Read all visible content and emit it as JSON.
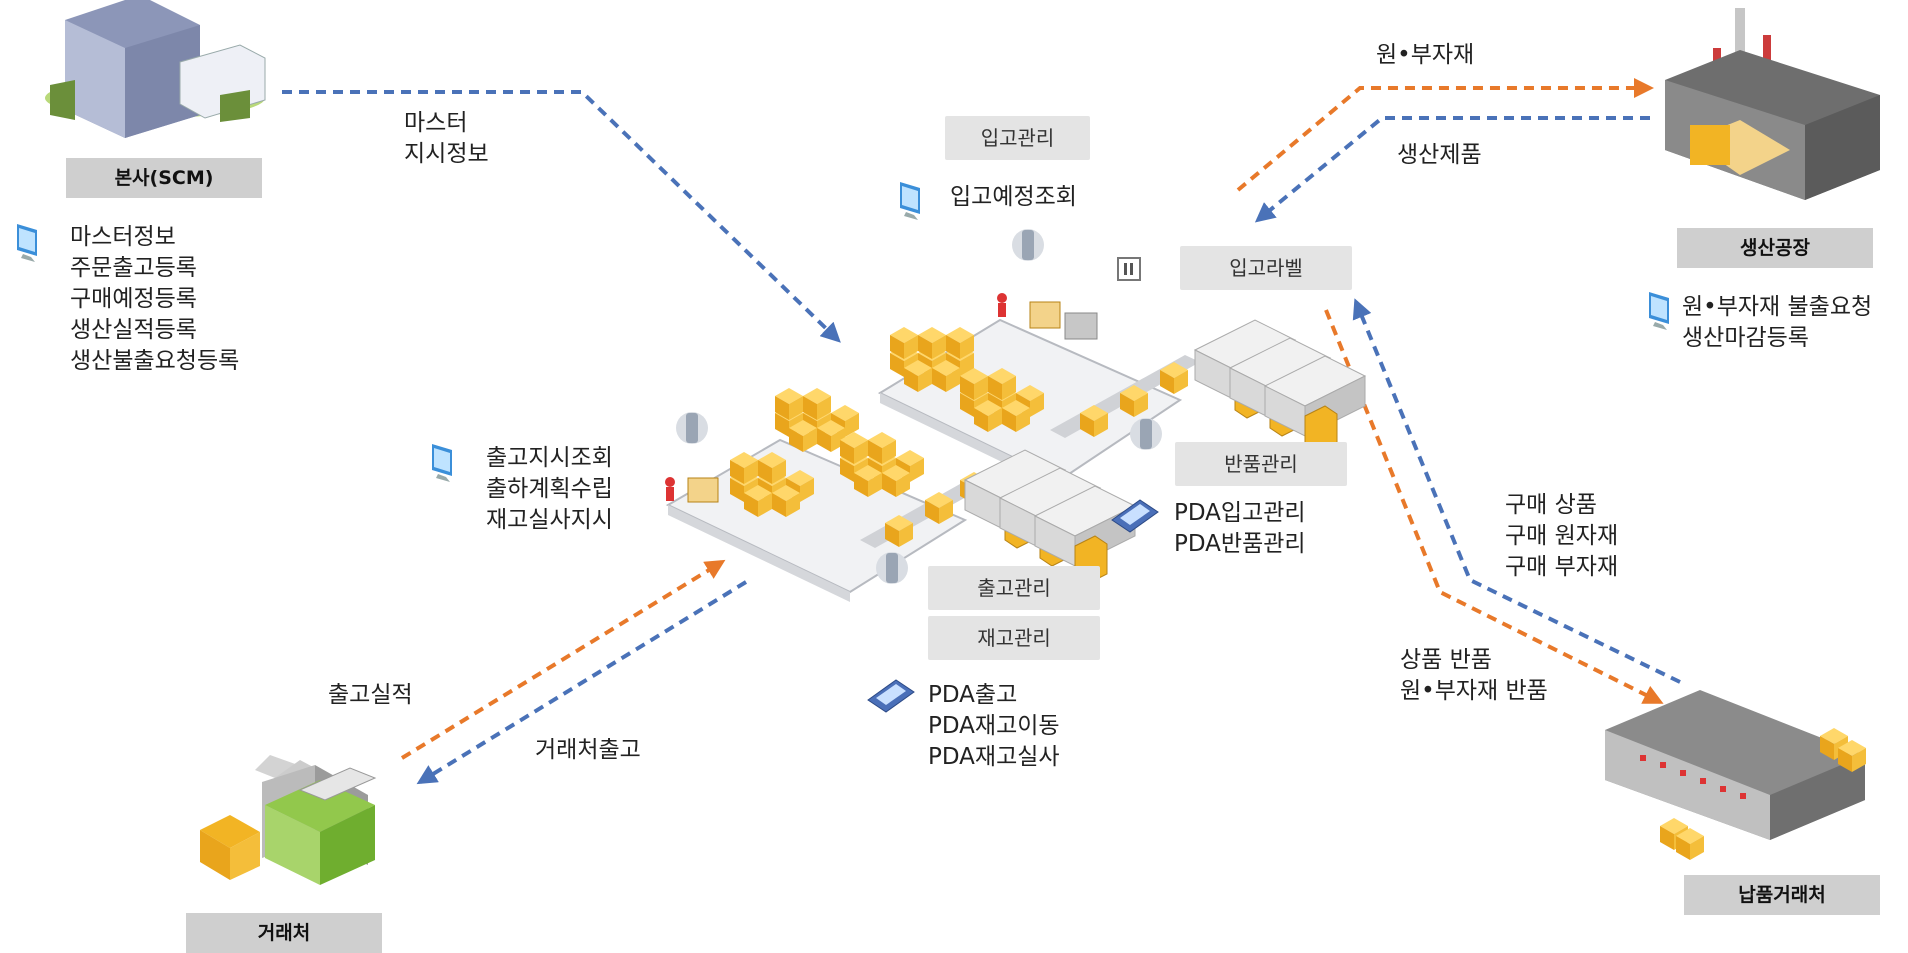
{
  "nodes": {
    "hq": {
      "label": "본사(SCM)",
      "tasks": [
        "마스터정보",
        "주문출고등록",
        "구매예정등록",
        "생산실적등록",
        "생산불출요청등록"
      ]
    },
    "factory": {
      "label": "생산공장",
      "tasks": [
        "원•부자재 불출요청",
        "생산마감등록"
      ]
    },
    "customer": {
      "label": "거래처"
    },
    "supplier": {
      "label": "납품거래처"
    }
  },
  "flows": {
    "master": [
      "마스터",
      "지시정보"
    ],
    "raw_materials": "원•부자재",
    "products": "생산제품",
    "shipment_results": "출고실적",
    "customer_shipment": "거래처출고",
    "purchase": [
      "구매 상품",
      "구매 원자재",
      "구매 부자재"
    ],
    "returns": [
      "상품 반품",
      "원•부자재 반품"
    ]
  },
  "warehouse": {
    "inbound_mgmt": "입고관리",
    "inbound_schedule": "입고예정조회",
    "inbound_label": "입고라벨",
    "return_mgmt": "반품관리",
    "pda_inbound": [
      "PDA입고관리",
      "PDA반품관리"
    ],
    "outbound_tasks": [
      "출고지시조회",
      "출하계획수립",
      "재고실사지시"
    ],
    "outbound_mgmt": "출고관리",
    "inventory_mgmt": "재고관리",
    "pda_outbound": [
      "PDA출고",
      "PDA재고이동",
      "PDA재고실사"
    ]
  },
  "colors": {
    "blue_arrow": "#4a72b8",
    "orange_arrow": "#e8792a",
    "label_bg": "#cfcfcf",
    "pill_bg": "#e4e4e4",
    "box": "#f2b424"
  }
}
